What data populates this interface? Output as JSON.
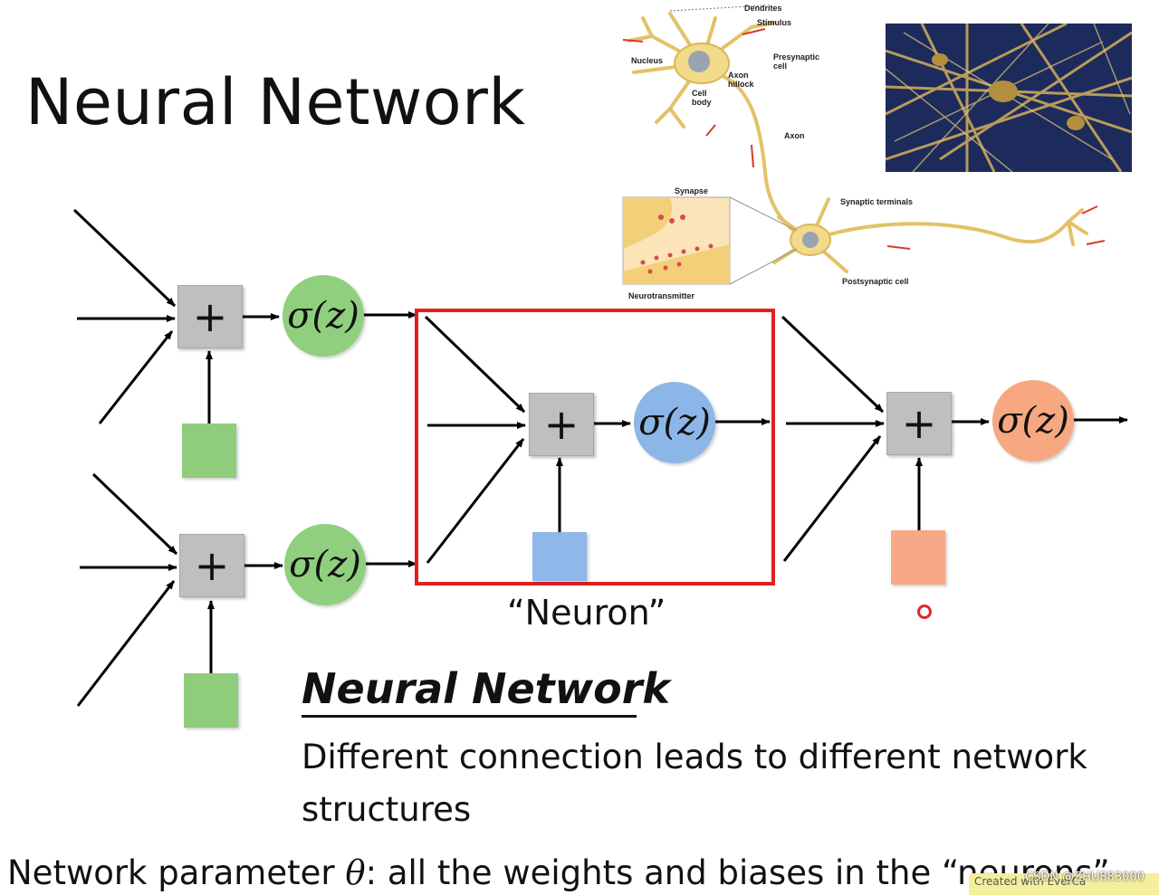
{
  "slide": {
    "title": "Neural Network",
    "neuron_label": "“Neuron”",
    "subheading": "Neural Network",
    "description": "Different connection leads to different network structures",
    "parameter_line": {
      "prefix": "Network parameter ",
      "symbol": "θ",
      "suffix": ": all the weights and biases in the “neurons”"
    },
    "watermark": "CSDN @ZHU883000",
    "created_badge": "Created with EverCa"
  },
  "nodes": {
    "sum_symbol": "+",
    "activation_symbol": "σ(z)"
  },
  "biology_labels": {
    "dendrites": "Dendrites",
    "stimulus": "Stimulus",
    "nucleus": "Nucleus",
    "presynaptic": "Presynaptic cell",
    "axon_hillock": "Axon hillock",
    "cell_body": "Cell body",
    "axon": "Axon",
    "synapse": "Synapse",
    "synaptic_terminals": "Synaptic terminals",
    "postsynaptic": "Postsynaptic cell",
    "neurotransmitter": "Neurotransmitter"
  },
  "colors": {
    "green_node": "#8fcf7e",
    "green_bias": "#8fcc7c",
    "blue_node": "#8db6e8",
    "blue_bias": "#8fb8ea",
    "orange_node": "#f7a880",
    "orange_bias": "#f7a884",
    "highlight_box": "#e02020",
    "sum_box": "#bfbfbf"
  }
}
